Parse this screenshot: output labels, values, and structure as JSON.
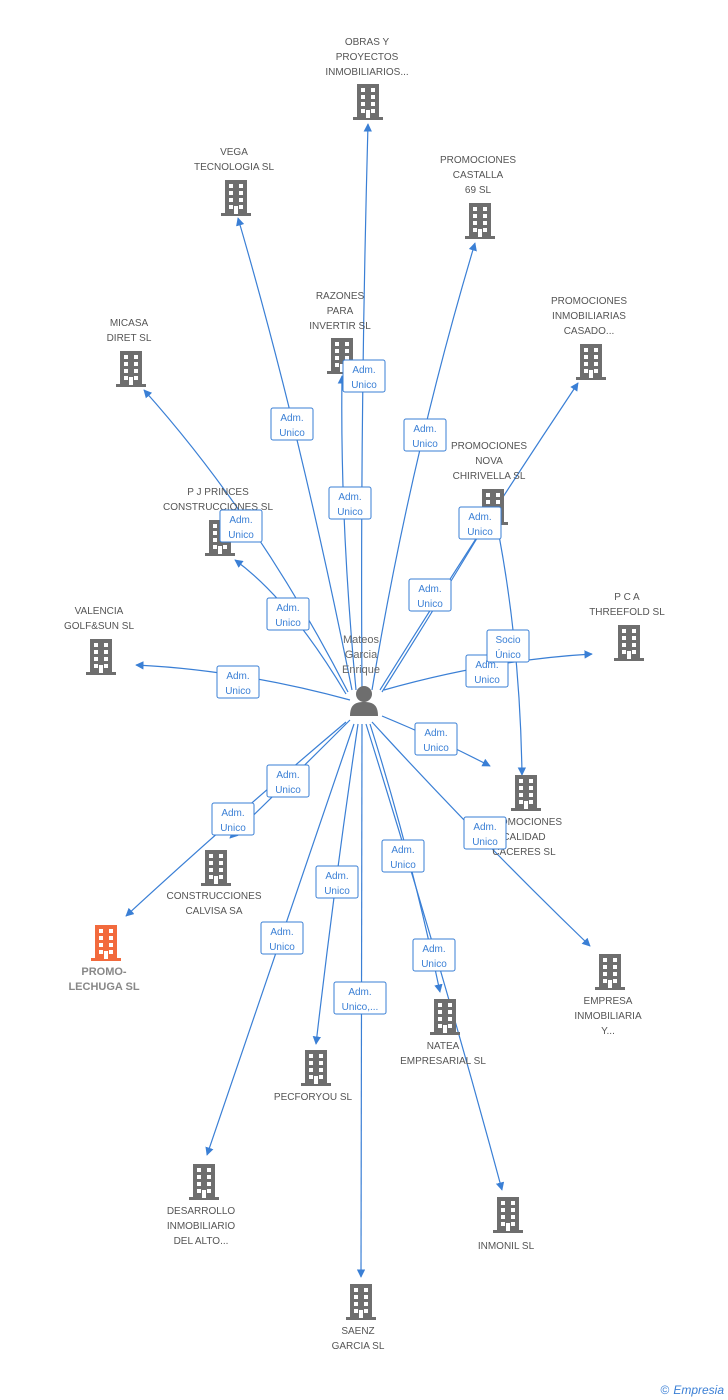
{
  "center": {
    "label": [
      "Mateos",
      "Garcia",
      "Enrique"
    ]
  },
  "colors": {
    "edge": "#3a7fd5",
    "building": "#6e6e6e",
    "focus": "#f26a3d"
  },
  "companies": [
    {
      "id": "obras",
      "label": [
        "OBRAS Y",
        "PROYECTOS",
        "INMOBILIARIOS..."
      ],
      "focus": false
    },
    {
      "id": "vega",
      "label": [
        "VEGA",
        "TECNOLOGIA SL"
      ],
      "focus": false
    },
    {
      "id": "castalla",
      "label": [
        "PROMOCIONES",
        "CASTALLA",
        "69 SL"
      ],
      "focus": false
    },
    {
      "id": "razones",
      "label": [
        "RAZONES",
        "PARA",
        "INVERTIR SL"
      ],
      "focus": false
    },
    {
      "id": "micasa",
      "label": [
        "MICASA",
        "DIRET SL"
      ],
      "focus": false
    },
    {
      "id": "casado",
      "label": [
        "PROMOCIONES",
        "INMOBILIARIAS",
        "CASADO..."
      ],
      "focus": false
    },
    {
      "id": "nova",
      "label": [
        "PROMOCIONES",
        "NOVA",
        "CHIRIVELLA SL"
      ],
      "focus": false
    },
    {
      "id": "princes",
      "label": [
        "P J PRINCES",
        "CONSTRUCCIONES SL"
      ],
      "focus": false
    },
    {
      "id": "valencia",
      "label": [
        "VALENCIA",
        "GOLF&SUN SL"
      ],
      "focus": false
    },
    {
      "id": "pca",
      "label": [
        "P C A",
        "THREEFOLD SL"
      ],
      "focus": false
    },
    {
      "id": "calidad",
      "label": [
        "PROMOCIONES",
        "CALIDAD",
        "CACERES SL"
      ],
      "focus": false
    },
    {
      "id": "calvisa",
      "label": [
        "CONSTRUCCIONES",
        "CALVISA SA"
      ],
      "focus": false
    },
    {
      "id": "lechuga",
      "label": [
        "PROMO-",
        "LECHUGA SL"
      ],
      "focus": true
    },
    {
      "id": "empresa",
      "label": [
        "EMPRESA",
        "INMOBILIARIA",
        "Y..."
      ],
      "focus": false
    },
    {
      "id": "natea",
      "label": [
        "NATEA",
        "EMPRESARIAL SL"
      ],
      "focus": false
    },
    {
      "id": "pecforyou",
      "label": [
        "PECFORYOU SL"
      ],
      "focus": false
    },
    {
      "id": "desarrollo",
      "label": [
        "DESARROLLO",
        "INMOBILIARIO",
        "DEL ALTO..."
      ],
      "focus": false
    },
    {
      "id": "inmonil",
      "label": [
        "INMONIL SL"
      ],
      "focus": false
    },
    {
      "id": "saenz",
      "label": [
        "SAENZ",
        "GARCIA SL"
      ],
      "focus": false
    }
  ],
  "roles": [
    {
      "target": "obras",
      "text": [
        "Adm.",
        "Unico"
      ]
    },
    {
      "target": "vega",
      "text": [
        "Adm.",
        "Unico"
      ]
    },
    {
      "target": "castalla",
      "text": [
        "Adm.",
        "Unico"
      ]
    },
    {
      "target": "razones",
      "text": [
        "Adm.",
        "Unico"
      ]
    },
    {
      "target": "micasa",
      "text": [
        "Adm.",
        "Unico"
      ]
    },
    {
      "target": "casado",
      "text": [
        "Adm.",
        "Unico"
      ]
    },
    {
      "target": "nova",
      "text": [
        "Adm.",
        "Unico"
      ]
    },
    {
      "target": "princes",
      "text": [
        "Adm.",
        "Unico"
      ]
    },
    {
      "target": "valencia",
      "text": [
        "Adm.",
        "Unico"
      ]
    },
    {
      "target": "pca",
      "text": [
        "Adm.",
        "Unico"
      ]
    },
    {
      "target": "calidad",
      "text": [
        "Adm.",
        "Unico"
      ]
    },
    {
      "target": "calidad",
      "text": [
        "Socio",
        "Único"
      ]
    },
    {
      "target": "calvisa",
      "text": [
        "Adm.",
        "Unico"
      ]
    },
    {
      "target": "lechuga",
      "text": [
        "Adm.",
        "Unico"
      ]
    },
    {
      "target": "empresa",
      "text": [
        "Adm.",
        "Unico"
      ]
    },
    {
      "target": "natea",
      "text": [
        "Adm.",
        "Unico"
      ]
    },
    {
      "target": "pecforyou",
      "text": [
        "Adm.",
        "Unico"
      ]
    },
    {
      "target": "desarrollo",
      "text": [
        "Adm.",
        "Unico"
      ]
    },
    {
      "target": "inmonil",
      "text": [
        "Adm.",
        "Unico"
      ]
    },
    {
      "target": "saenz",
      "text": [
        "Adm.",
        "Unico,..."
      ]
    }
  ],
  "footer": {
    "copyright": "©",
    "brand": "Empresia"
  }
}
